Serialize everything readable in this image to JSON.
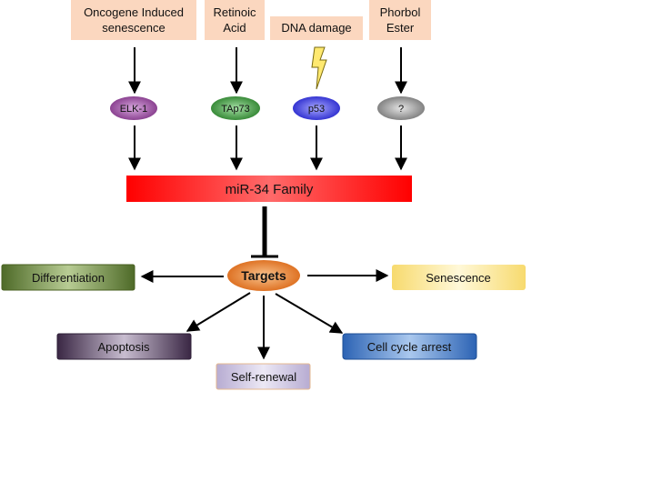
{
  "stimuli": {
    "oncogene": [
      "Oncogene Induced",
      "senescence"
    ],
    "retinoic": [
      "Retinoic",
      "Acid"
    ],
    "dna": "DNA damage",
    "phorbol": [
      "Phorbol",
      "Ester"
    ]
  },
  "factors": {
    "elk1": "ELK-1",
    "tap73": "TAp73",
    "p53": "p53",
    "unknown": "?"
  },
  "mir": "miR-34 Family",
  "targets": "Targets",
  "outcomes": {
    "differentiation": "Differentiation",
    "senescence": "Senescence",
    "apoptosis": "Apoptosis",
    "self_renewal": "Self-renewal",
    "cell_cycle": "Cell cycle arrest"
  },
  "colors": {
    "stimulus_box": "#fbd7bf",
    "elk1": "#8e3d91",
    "tap73": "#2f8a2f",
    "p53": "#2424d6",
    "unknown": "#8a8a8a",
    "mir": "#ff0000",
    "targets": "#e0721c",
    "differentiation": "#5d7a32",
    "senescence": "#fbe79a",
    "apoptosis": "#4a3454",
    "self_renewal": "#c8bfdc",
    "cell_cycle": "#3a74c4"
  }
}
